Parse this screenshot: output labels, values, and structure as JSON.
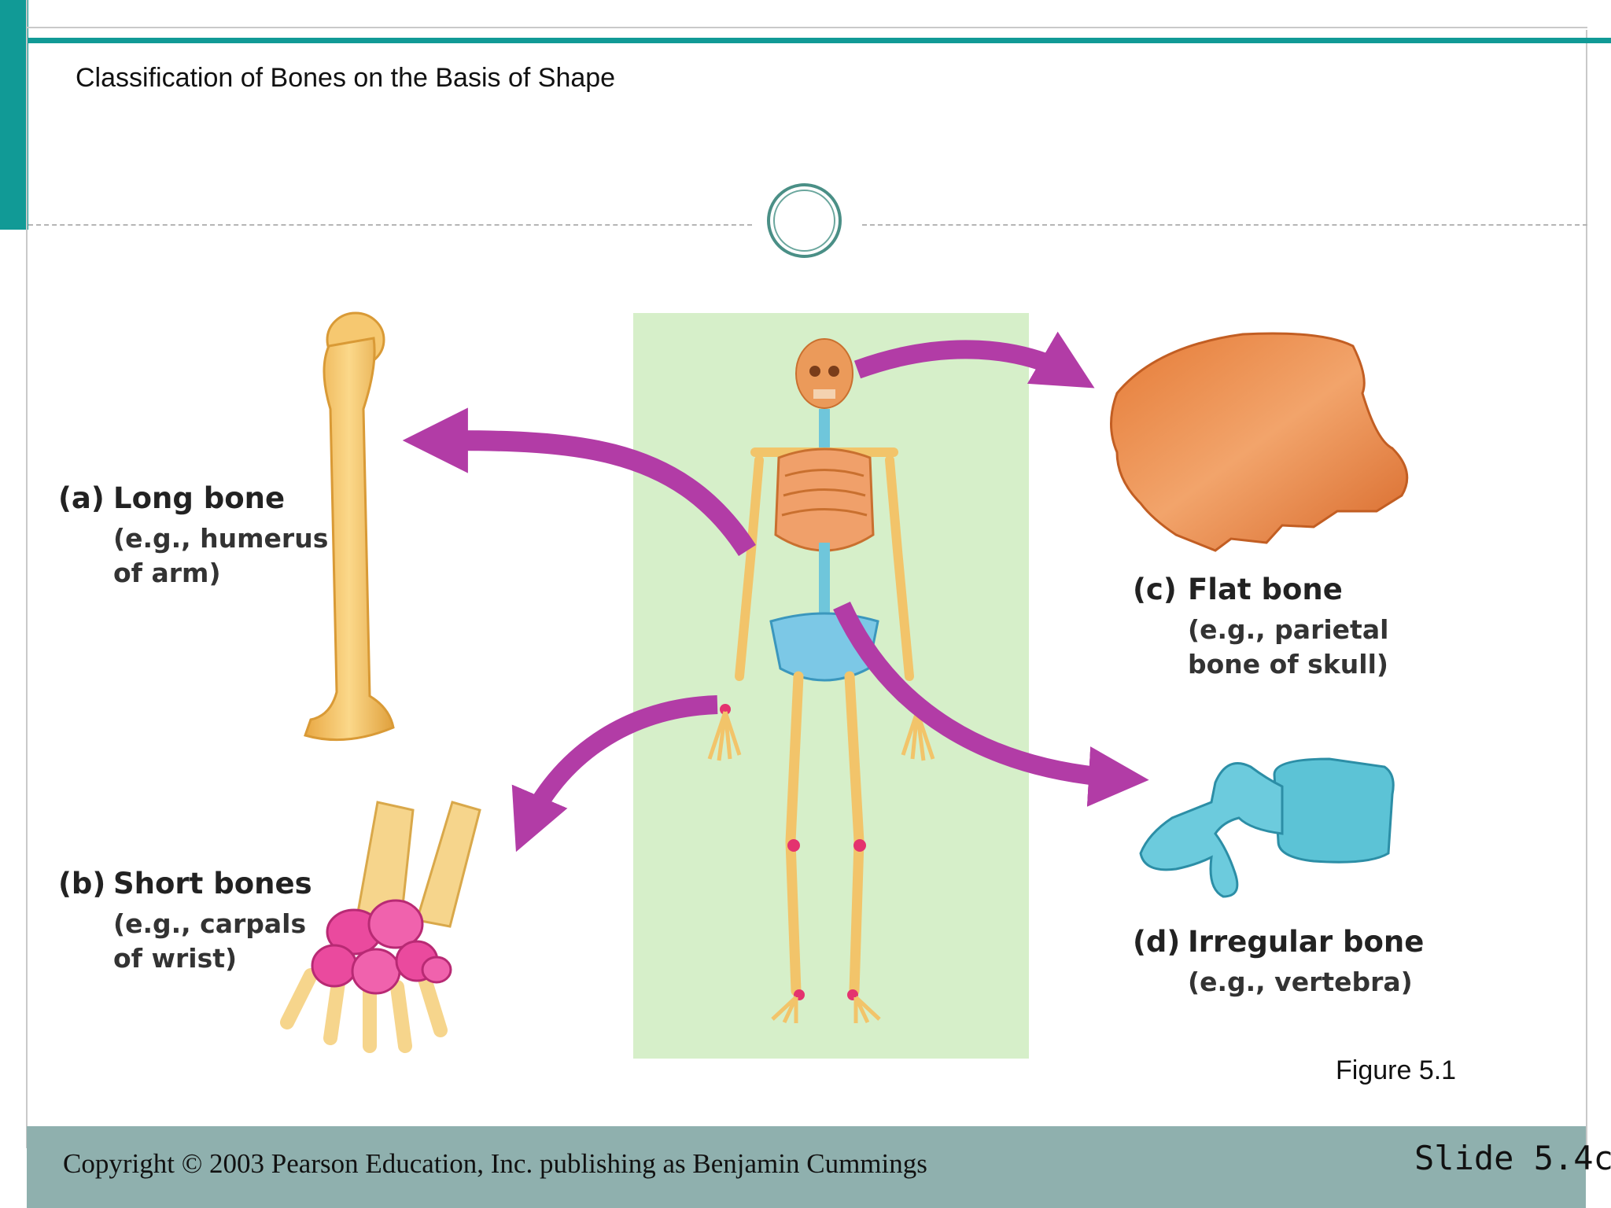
{
  "slide": {
    "title": "Classification of Bones on the Basis of Shape",
    "figure_label": "Figure 5.1",
    "copyright": "Copyright © 2003 Pearson Education, Inc. publishing as Benjamin Cummings",
    "slide_number": "Slide 5.4c"
  },
  "diagram": {
    "labels": [
      {
        "tag": "(a)",
        "name": "Long bone",
        "example_line1": "(e.g., humerus",
        "example_line2": "of arm)"
      },
      {
        "tag": "(b)",
        "name": "Short bones",
        "example_line1": "(e.g., carpals",
        "example_line2": "of wrist)"
      },
      {
        "tag": "(c)",
        "name": "Flat bone",
        "example_line1": "(e.g., parietal",
        "example_line2": "bone of skull)"
      },
      {
        "tag": "(d)",
        "name": "Irregular bone",
        "example_line1": "(e.g., vertebra)",
        "example_line2": ""
      }
    ],
    "colors": {
      "accent_teal": "#119a96",
      "footer_bar": "#8fb0ae",
      "skeleton_panel": "#d6efc9",
      "long_bone": "#f5c46a",
      "flat_bone": "#e8894a",
      "short_bones": "#e6459a",
      "irregular_bone": "#5cc3d6",
      "arrows": "#b23ca6"
    }
  }
}
